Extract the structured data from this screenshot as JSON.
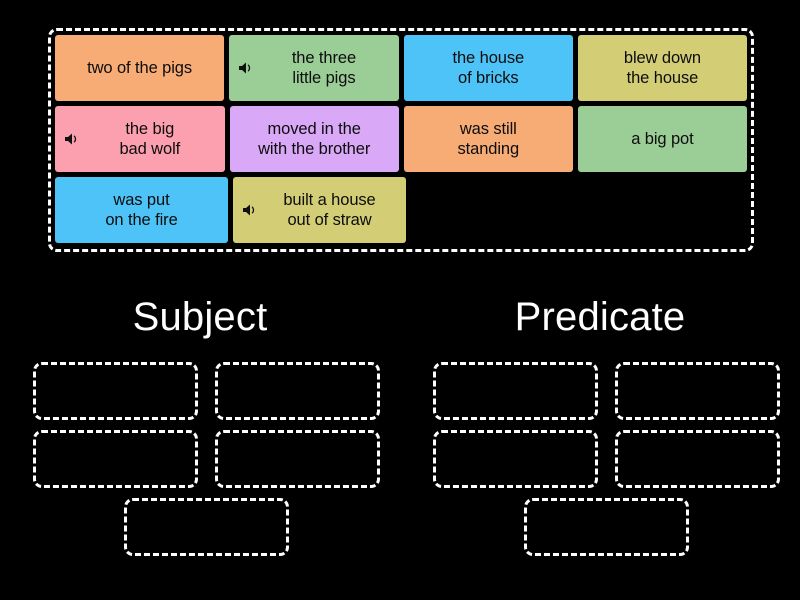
{
  "colors": {
    "background": "#000000",
    "border": "#ffffff",
    "text_on_tile": "#0d0d0d",
    "heading_text": "#ffffff",
    "orange": "#F7AC76",
    "green": "#9ACE96",
    "blue": "#4DC3F7",
    "khaki": "#D3CE76",
    "pink": "#FCA0B0",
    "purple": "#D9A8F7"
  },
  "tray": {
    "rows": [
      [
        {
          "label": "two of the pigs",
          "color": "#F7AC76",
          "audio": false,
          "icon": ""
        },
        {
          "label": "the three\nlittle pigs",
          "color": "#9ACE96",
          "audio": true,
          "icon": "speaker-icon"
        },
        {
          "label": "the house\nof bricks",
          "color": "#4DC3F7",
          "audio": false,
          "icon": ""
        },
        {
          "label": "blew down\nthe house",
          "color": "#D3CE76",
          "audio": false,
          "icon": ""
        }
      ],
      [
        {
          "label": "the big\nbad wolf",
          "color": "#FCA0B0",
          "audio": true,
          "icon": "speaker-icon"
        },
        {
          "label": "moved in the\nwith the brother",
          "color": "#D9A8F7",
          "audio": false,
          "icon": ""
        },
        {
          "label": "was still\nstanding",
          "color": "#F7AC76",
          "audio": false,
          "icon": ""
        },
        {
          "label": "a big pot",
          "color": "#9ACE96",
          "audio": false,
          "icon": ""
        }
      ],
      [
        {
          "label": "was put\non the fire",
          "color": "#4DC3F7",
          "audio": false,
          "icon": ""
        },
        {
          "label": "built a house\nout of straw",
          "color": "#D3CE76",
          "audio": true,
          "icon": "speaker-icon"
        }
      ]
    ]
  },
  "categories": [
    {
      "title": "Subject",
      "slot_count": 5
    },
    {
      "title": "Predicate",
      "slot_count": 5
    }
  ]
}
